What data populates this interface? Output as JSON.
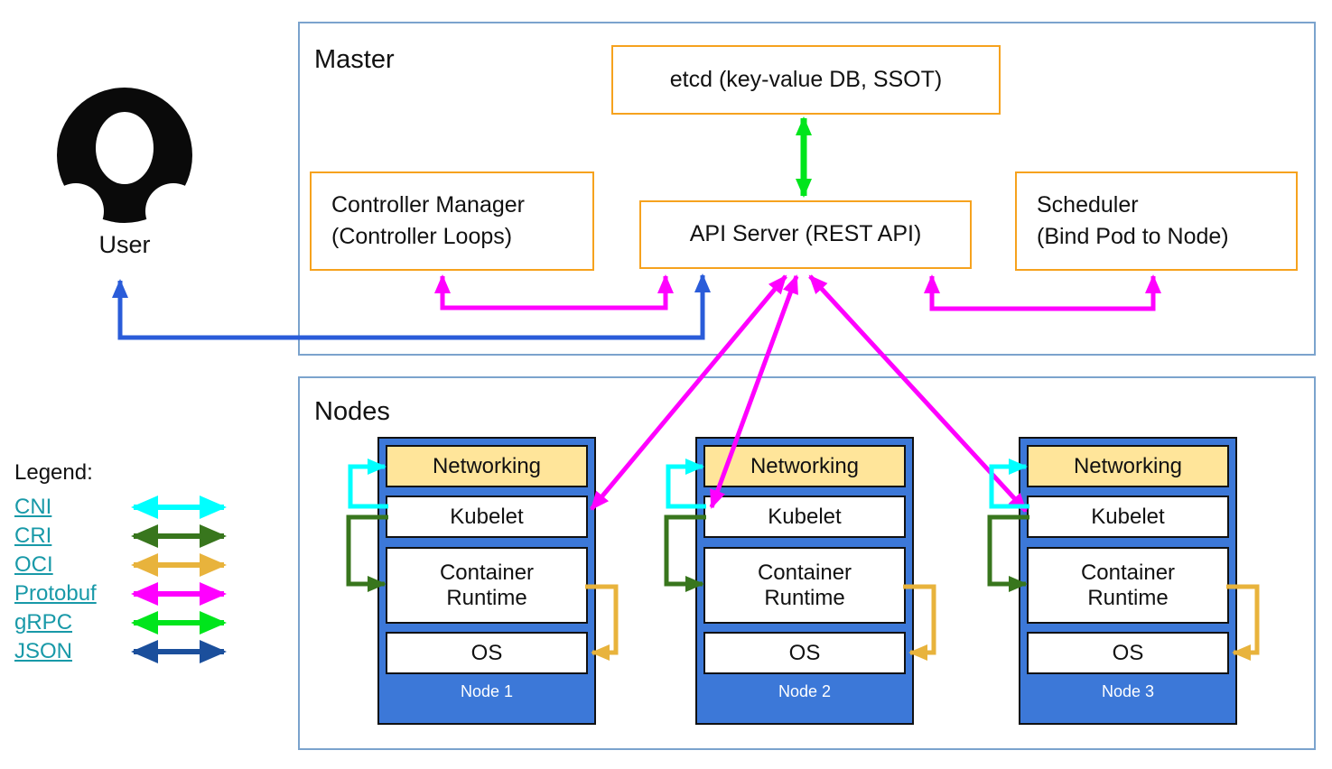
{
  "user": {
    "label": "User"
  },
  "master": {
    "title": "Master",
    "etcd_label": "etcd (key-value DB, SSOT)",
    "controller_manager_line1": "Controller Manager",
    "controller_manager_line2": "(Controller Loops)",
    "api_server_label": "API Server (REST API)",
    "scheduler_line1": "Scheduler",
    "scheduler_line2": "(Bind Pod to Node)"
  },
  "nodes": {
    "title": "Nodes",
    "components": [
      "Networking",
      "Kubelet",
      "Container Runtime",
      "OS"
    ],
    "items": [
      {
        "name": "Node 1"
      },
      {
        "name": "Node 2"
      },
      {
        "name": "Node 3"
      }
    ]
  },
  "legend": {
    "title": "Legend:",
    "items": [
      {
        "label": "CNI"
      },
      {
        "label": "CRI"
      },
      {
        "label": "OCI"
      },
      {
        "label": "Protobuf"
      },
      {
        "label": "gRPC"
      },
      {
        "label": "JSON"
      }
    ]
  },
  "colors": {
    "cni": "#00ffff",
    "cri": "#38761d",
    "oci": "#e8b33c",
    "protobuf": "#ff00ff",
    "grpc": "#00e51c",
    "json": "#1b4f9c",
    "user_arrow": "#2a5cd9",
    "box_border_orange": "#f6a21e",
    "frame_border_blue": "#7ba3cd",
    "node_fill_blue": "#3c78d8",
    "networking_fill": "#ffe59a",
    "legend_link": "#1899a8"
  }
}
